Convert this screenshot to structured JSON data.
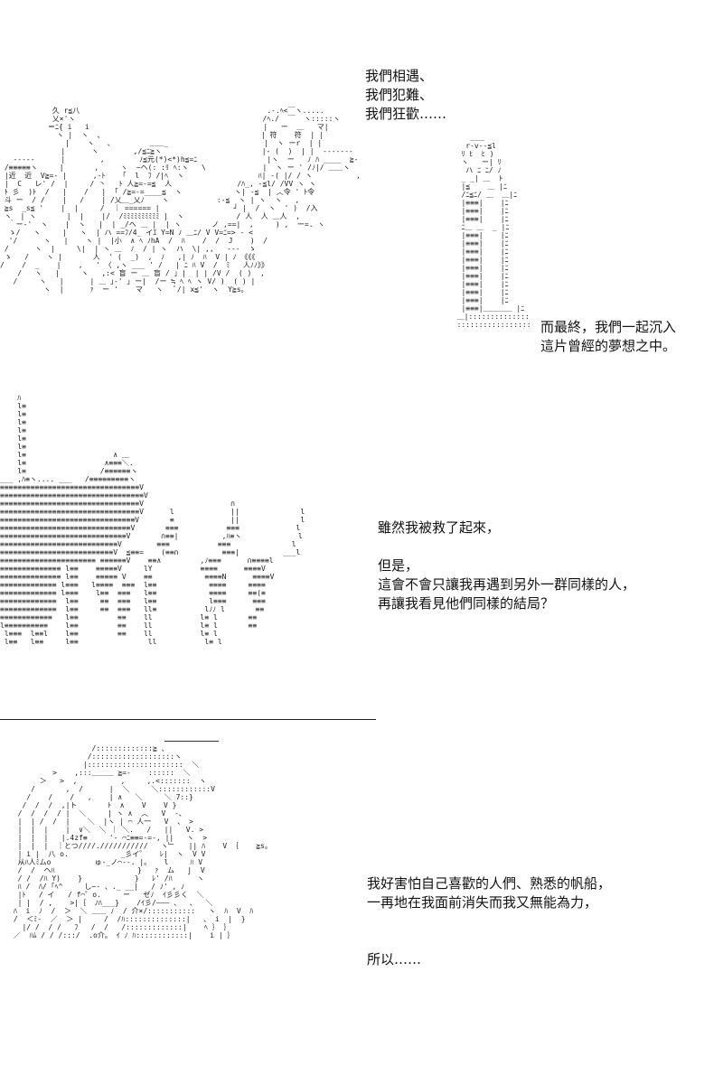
{
  "panel1": {
    "caption_top": [
      "我們相遇、",
      "我們犯難、",
      "我們狂歡……"
    ],
    "caption_side": [
      "而最終，我們一起沉入",
      "這片曾經的夢想之中。"
    ]
  },
  "panel2": {
    "caption": [
      "雖然我被救了起來，",
      "但是，",
      "這會不會只讓我再遇到另外一群同樣的人，",
      "再讓我看見他們同樣的結局？"
    ]
  },
  "panel3": {
    "caption": [
      "我好害怕自己喜歡的人們、熟悉的帆船，",
      "一再地在我面前消失而我又無能為力，",
      "所以……"
    ]
  }
}
